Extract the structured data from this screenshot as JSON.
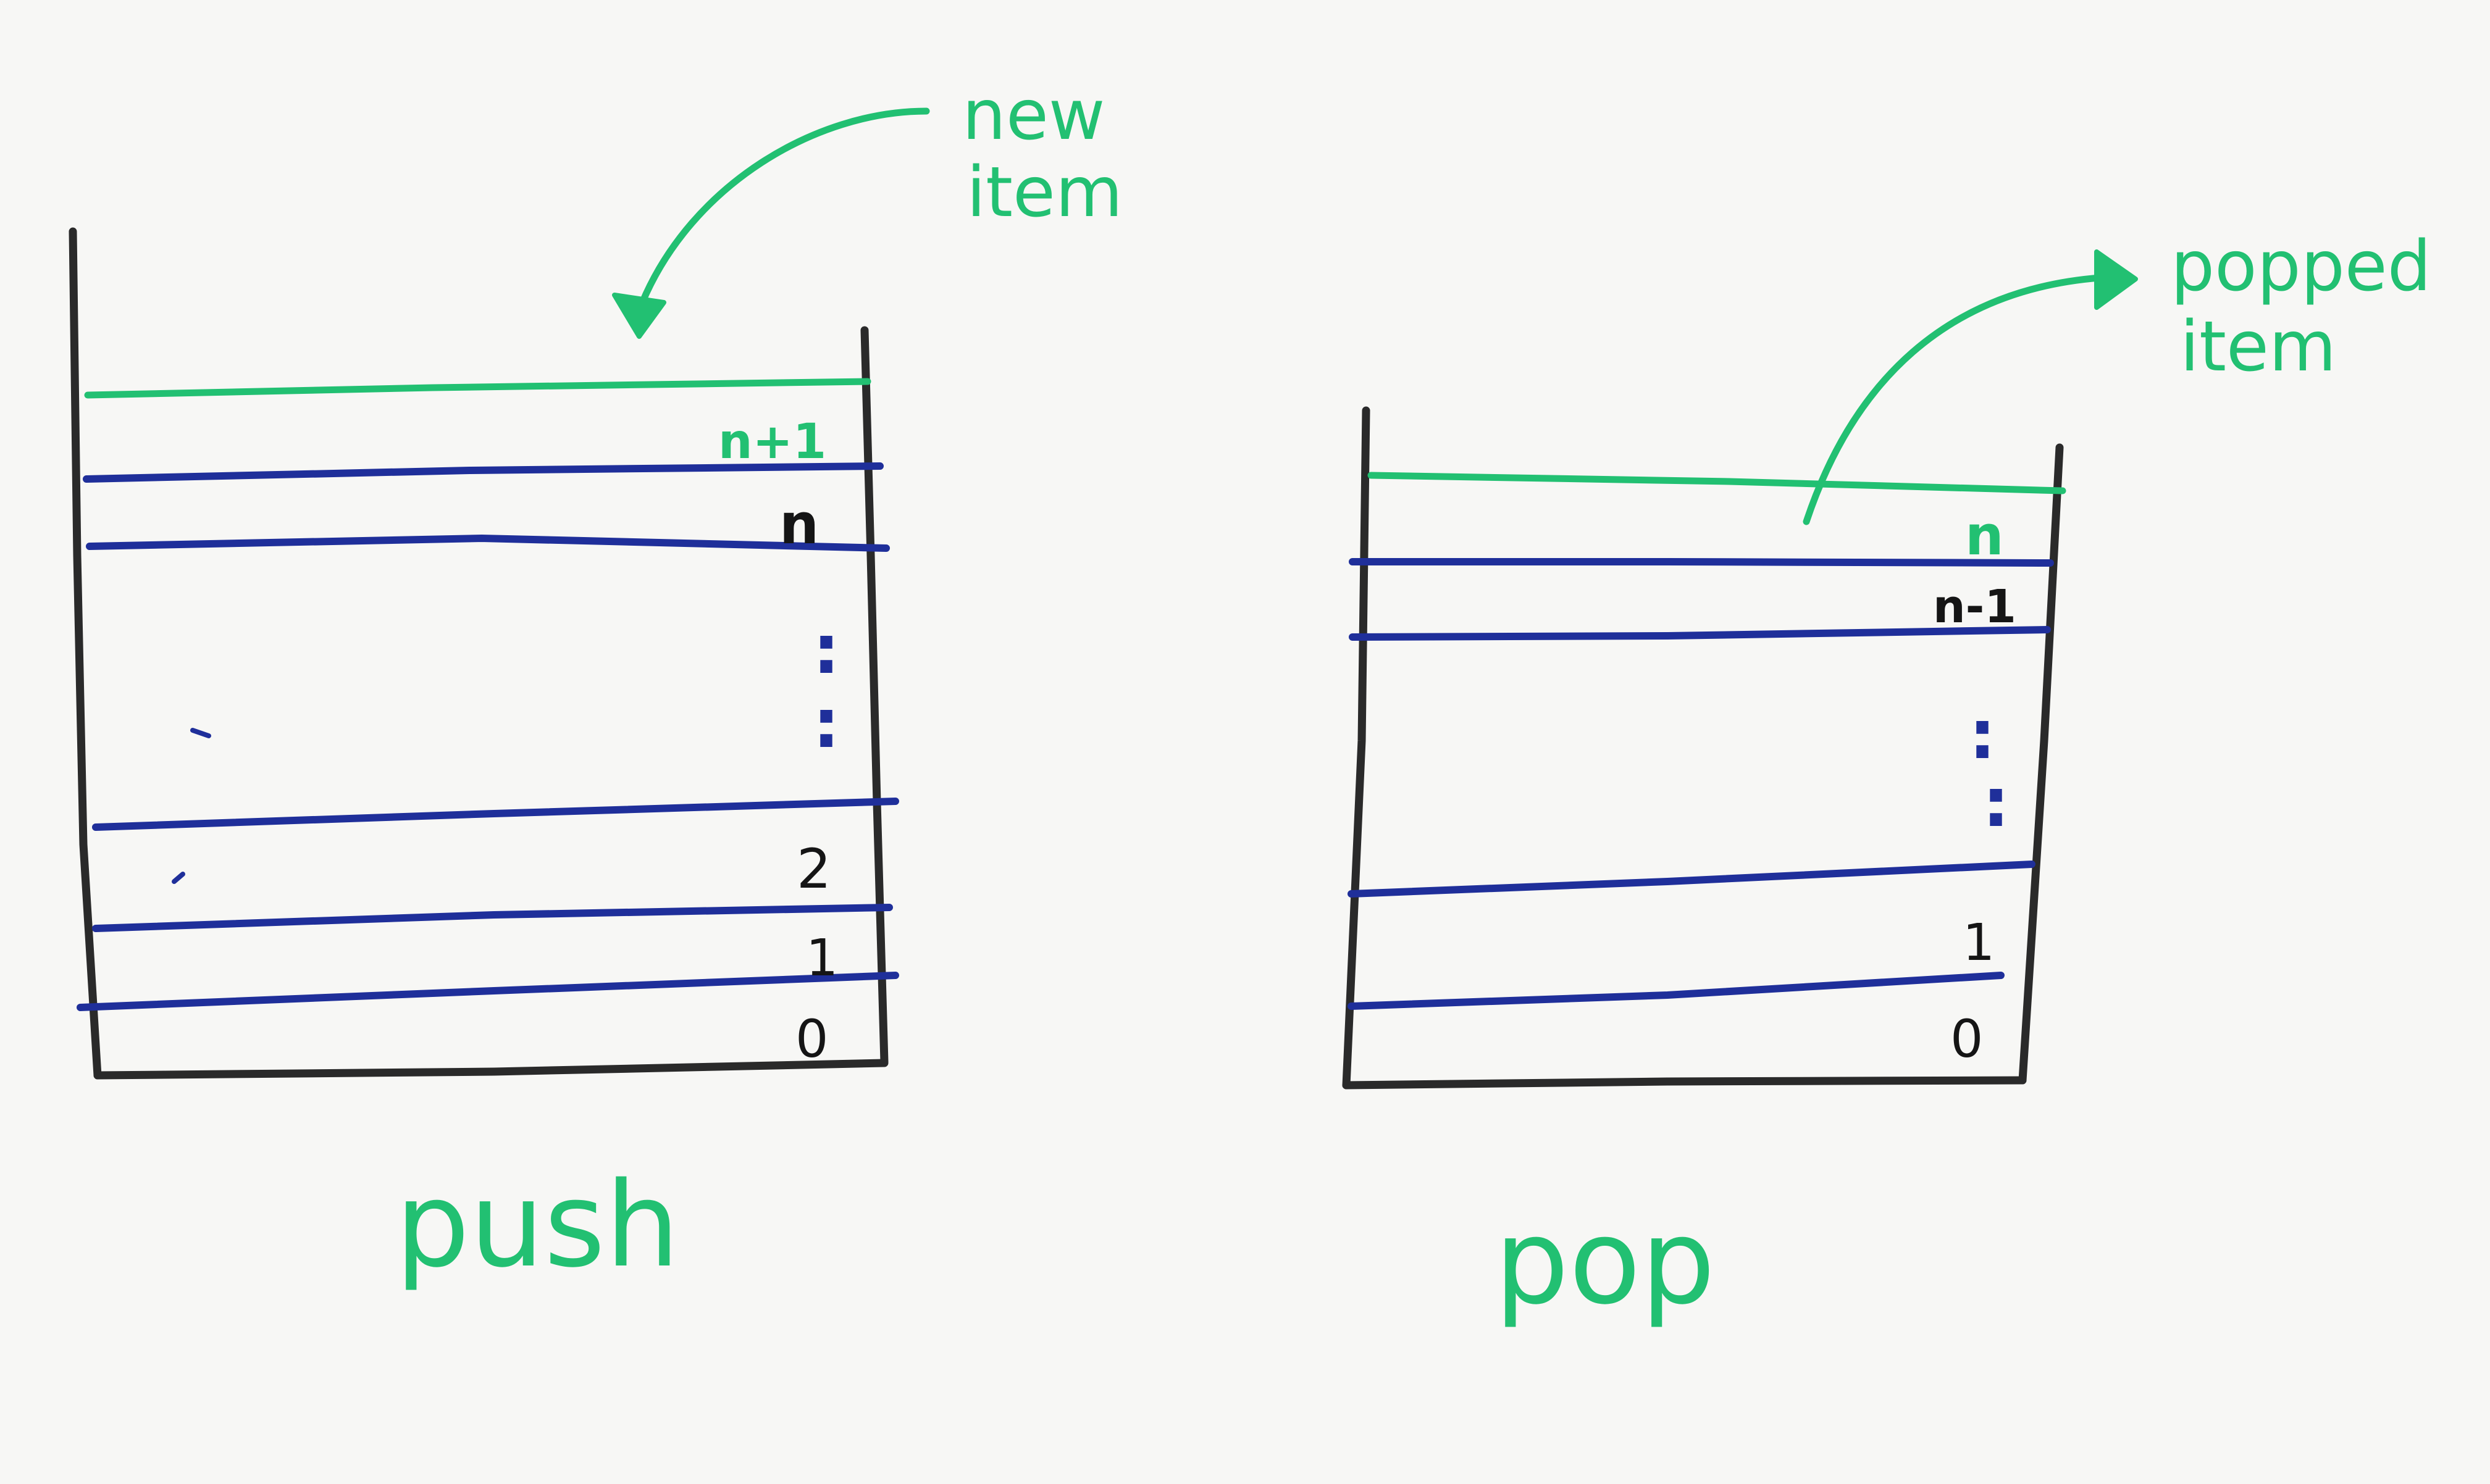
{
  "colors": {
    "paper": "#f7f7f5",
    "wall": "#2a2a2a",
    "slot_line": "#1f2f9a",
    "highlight": "#22c072",
    "ink_dark": "#151515"
  },
  "push": {
    "caption": "push",
    "annotation_line1": "new",
    "annotation_line2": "item",
    "labels": {
      "top": "n+1",
      "n": "n",
      "dots": ":",
      "two": "2",
      "one": "1",
      "zero": "0"
    }
  },
  "pop": {
    "caption": "pop",
    "annotation_line1": "popped",
    "annotation_line2": "item",
    "labels": {
      "top": "n",
      "n_minus_1": "n-1",
      "dots": ":",
      "one": "1",
      "zero": "0"
    }
  }
}
